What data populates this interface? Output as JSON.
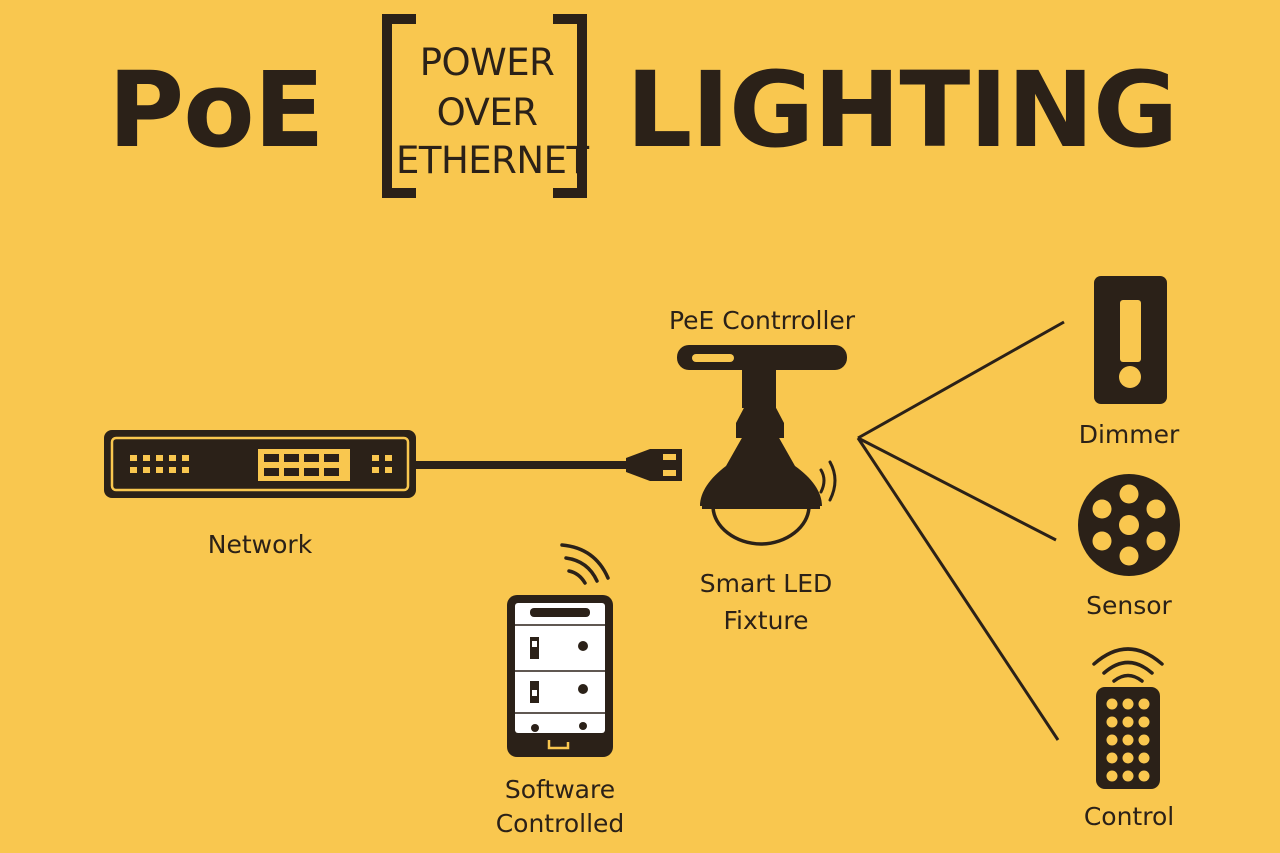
{
  "title": {
    "left": "PoE",
    "bracket_lines": [
      "POWER",
      "OVER",
      "ETHERNET"
    ],
    "right": "LIGHTING"
  },
  "labels": {
    "network": "Network",
    "controller": "PeE Contrroller",
    "fixture_line1": "Smart LED",
    "fixture_line2": "Fixture",
    "software_line1": "Software",
    "software_line2": "Controlled",
    "dimmer": "Dimmer",
    "sensor": "Sensor",
    "control": "Control"
  },
  "colors": {
    "background": "#F9C74F",
    "ink": "#2b2118",
    "screen": "#FFFFFF"
  },
  "icons": [
    "network-switch-icon",
    "ethernet-plug-icon",
    "controller-bar-icon",
    "led-fixture-icon",
    "wifi-signal-icon",
    "smartphone-icon",
    "dimmer-icon",
    "sensor-icon",
    "remote-control-icon"
  ]
}
